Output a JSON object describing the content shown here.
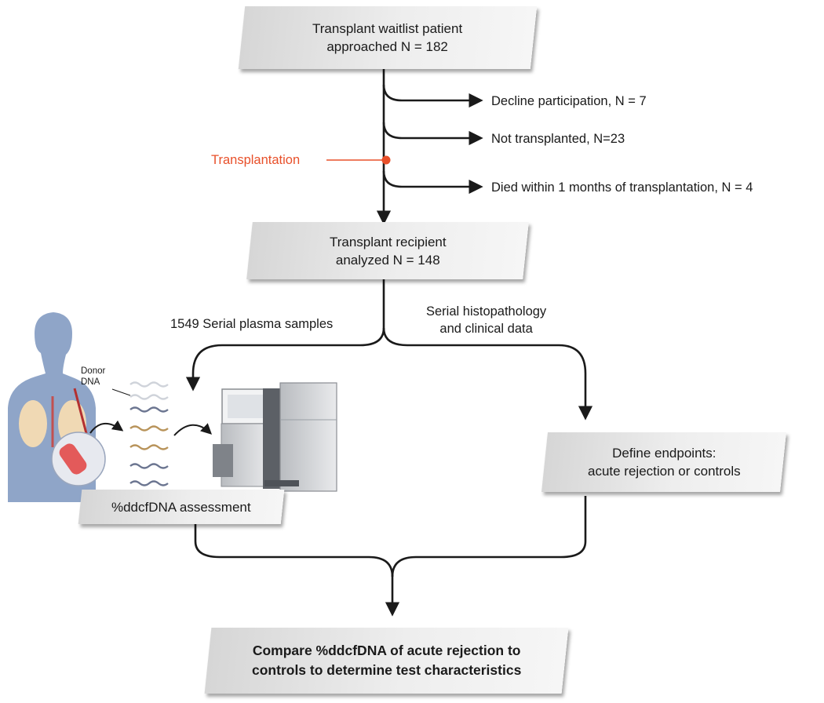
{
  "boxes": {
    "waitlist": "Transplant waitlist patient\napproached N = 182",
    "recipient": "Transplant recipient\nanalyzed N = 148",
    "ddcfdna": "%ddcfDNA assessment",
    "endpoints": "Define endpoints:\nacute rejection or controls",
    "compare": "Compare %ddcfDNA of acute rejection to\ncontrols to determine test characteristics"
  },
  "exclusions": [
    "Decline participation, N = 7",
    "Not transplanted, N=23",
    "Died within 1 months of transplantation, N = 4"
  ],
  "event_label": "Transplantation",
  "branch_labels": {
    "left": "1549 Serial plasma samples",
    "right": "Serial histopathology\nand clinical data"
  },
  "illustration": {
    "donor_label": "Donor\nDNA"
  },
  "colors": {
    "event": "#e8502a",
    "box_fill": "#e6e6e6",
    "arrow": "#1a1a1a"
  }
}
